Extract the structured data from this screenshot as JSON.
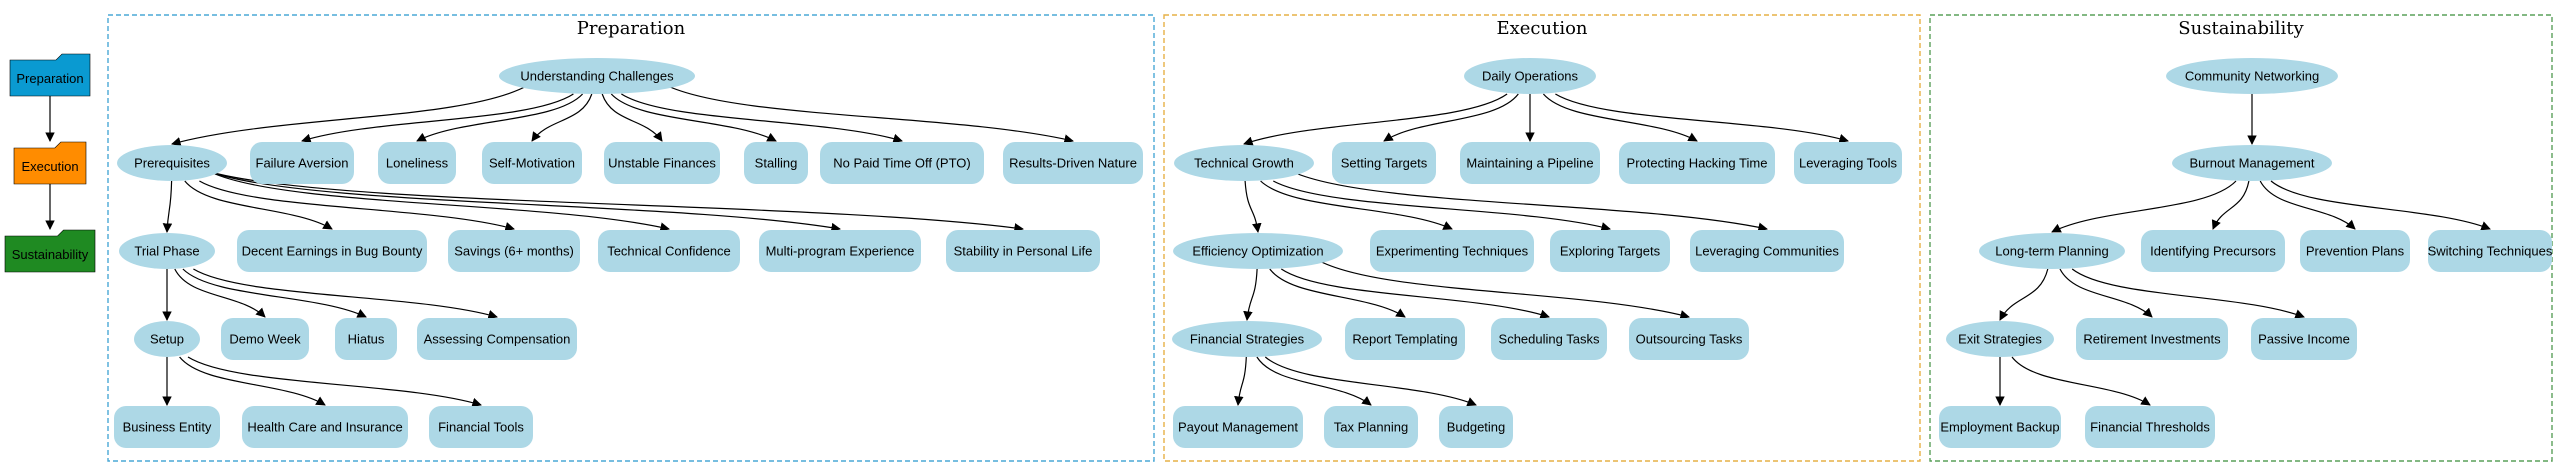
{
  "legend": [
    {
      "id": "preparation",
      "label": "Preparation",
      "color": "#0a9ad1"
    },
    {
      "id": "execution",
      "label": "Execution",
      "color": "#ff8c00"
    },
    {
      "id": "sustainability",
      "label": "Sustainability",
      "color": "#1f8a22"
    }
  ],
  "clusters": [
    {
      "id": "preparation",
      "title": "Preparation",
      "color": "#4aa8d6"
    },
    {
      "id": "execution",
      "title": "Execution",
      "color": "#e6b046"
    },
    {
      "id": "sustainability",
      "title": "Sustainability",
      "color": "#5aa05a"
    }
  ],
  "node_fill": "#add8e6",
  "nodes": {
    "understanding_challenges": "Understanding Challenges",
    "prerequisites": "Prerequisites",
    "failure_aversion": "Failure Aversion",
    "loneliness": "Loneliness",
    "self_motivation": "Self-Motivation",
    "unstable_finances": "Unstable Finances",
    "stalling": "Stalling",
    "no_pto": "No Paid Time Off (PTO)",
    "results_driven": "Results-Driven Nature",
    "trial_phase": "Trial Phase",
    "decent_earnings": "Decent Earnings in Bug Bounty",
    "savings": "Savings (6+ months)",
    "technical_confidence": "Technical Confidence",
    "multi_program": "Multi-program Experience",
    "stability": "Stability in Personal Life",
    "setup": "Setup",
    "demo_week": "Demo Week",
    "hiatus": "Hiatus",
    "assessing_compensation": "Assessing Compensation",
    "business_entity": "Business Entity",
    "health_care": "Health Care and Insurance",
    "financial_tools": "Financial Tools",
    "daily_operations": "Daily Operations",
    "technical_growth": "Technical Growth",
    "setting_targets": "Setting Targets",
    "maintaining_pipeline": "Maintaining a Pipeline",
    "protecting_hacking_time": "Protecting Hacking Time",
    "leveraging_tools": "Leveraging Tools",
    "efficiency_optimization": "Efficiency Optimization",
    "experimenting_techniques": "Experimenting Techniques",
    "exploring_targets": "Exploring Targets",
    "leveraging_communities": "Leveraging Communities",
    "financial_strategies": "Financial Strategies",
    "report_templating": "Report Templating",
    "scheduling_tasks": "Scheduling Tasks",
    "outsourcing_tasks": "Outsourcing Tasks",
    "payout_management": "Payout Management",
    "tax_planning": "Tax Planning",
    "budgeting": "Budgeting",
    "community_networking": "Community Networking",
    "burnout_management": "Burnout Management",
    "long_term_planning": "Long-term Planning",
    "identifying_precursors": "Identifying Precursors",
    "prevention_plans": "Prevention Plans",
    "switching_techniques": "Switching Techniques",
    "exit_strategies": "Exit Strategies",
    "retirement_investments": "Retirement Investments",
    "passive_income": "Passive Income",
    "employment_backup": "Employment Backup",
    "financial_thresholds": "Financial Thresholds"
  },
  "edges": [
    [
      "preparation",
      "execution"
    ],
    [
      "execution",
      "sustainability"
    ],
    [
      "understanding_challenges",
      "prerequisites"
    ],
    [
      "understanding_challenges",
      "failure_aversion"
    ],
    [
      "understanding_challenges",
      "loneliness"
    ],
    [
      "understanding_challenges",
      "self_motivation"
    ],
    [
      "understanding_challenges",
      "unstable_finances"
    ],
    [
      "understanding_challenges",
      "stalling"
    ],
    [
      "understanding_challenges",
      "no_pto"
    ],
    [
      "understanding_challenges",
      "results_driven"
    ],
    [
      "prerequisites",
      "trial_phase"
    ],
    [
      "prerequisites",
      "decent_earnings"
    ],
    [
      "prerequisites",
      "savings"
    ],
    [
      "prerequisites",
      "technical_confidence"
    ],
    [
      "prerequisites",
      "multi_program"
    ],
    [
      "prerequisites",
      "stability"
    ],
    [
      "trial_phase",
      "setup"
    ],
    [
      "trial_phase",
      "demo_week"
    ],
    [
      "trial_phase",
      "hiatus"
    ],
    [
      "trial_phase",
      "assessing_compensation"
    ],
    [
      "setup",
      "business_entity"
    ],
    [
      "setup",
      "health_care"
    ],
    [
      "setup",
      "financial_tools"
    ],
    [
      "daily_operations",
      "technical_growth"
    ],
    [
      "daily_operations",
      "setting_targets"
    ],
    [
      "daily_operations",
      "maintaining_pipeline"
    ],
    [
      "daily_operations",
      "protecting_hacking_time"
    ],
    [
      "daily_operations",
      "leveraging_tools"
    ],
    [
      "technical_growth",
      "efficiency_optimization"
    ],
    [
      "technical_growth",
      "experimenting_techniques"
    ],
    [
      "technical_growth",
      "exploring_targets"
    ],
    [
      "technical_growth",
      "leveraging_communities"
    ],
    [
      "efficiency_optimization",
      "financial_strategies"
    ],
    [
      "efficiency_optimization",
      "report_templating"
    ],
    [
      "efficiency_optimization",
      "scheduling_tasks"
    ],
    [
      "efficiency_optimization",
      "outsourcing_tasks"
    ],
    [
      "financial_strategies",
      "payout_management"
    ],
    [
      "financial_strategies",
      "tax_planning"
    ],
    [
      "financial_strategies",
      "budgeting"
    ],
    [
      "community_networking",
      "burnout_management"
    ],
    [
      "burnout_management",
      "long_term_planning"
    ],
    [
      "burnout_management",
      "identifying_precursors"
    ],
    [
      "burnout_management",
      "prevention_plans"
    ],
    [
      "burnout_management",
      "switching_techniques"
    ],
    [
      "long_term_planning",
      "exit_strategies"
    ],
    [
      "long_term_planning",
      "retirement_investments"
    ],
    [
      "long_term_planning",
      "passive_income"
    ],
    [
      "exit_strategies",
      "employment_backup"
    ],
    [
      "exit_strategies",
      "financial_thresholds"
    ]
  ]
}
